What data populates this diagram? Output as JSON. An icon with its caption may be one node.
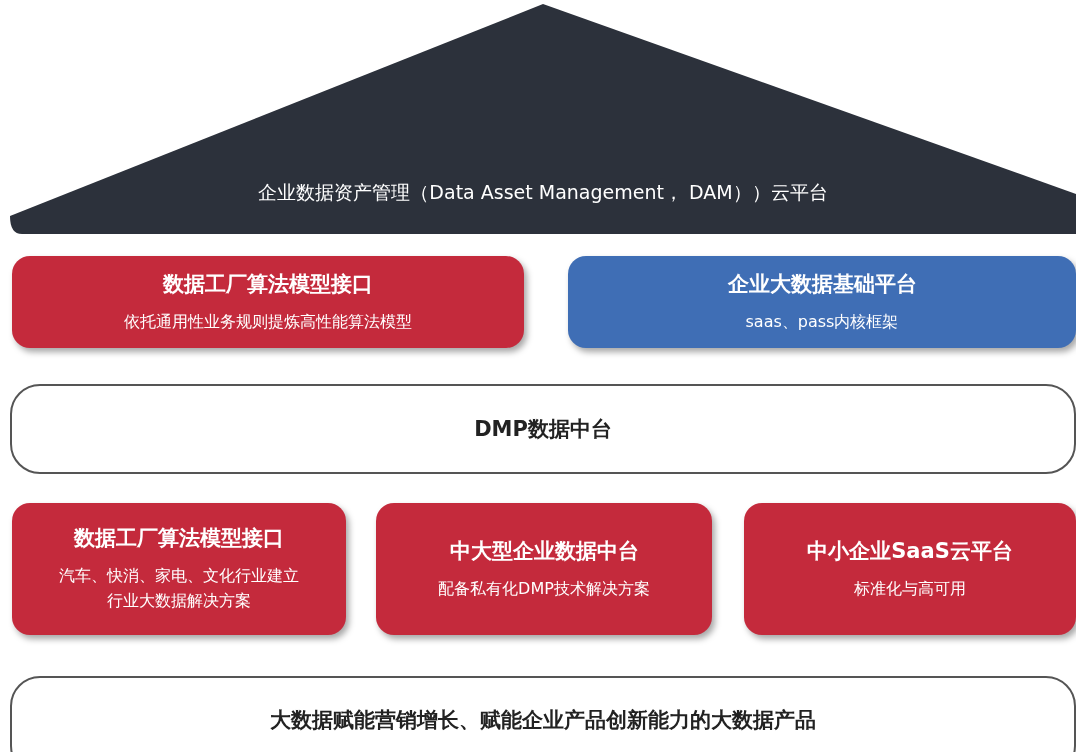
{
  "diagram": {
    "nodes": [
      {
        "text": [
          "企业数据资产管理（Data Asset Management， DAM））云平台"
        ]
      },
      {
        "text": [
          "数据工厂算法模型接口",
          "依托通用性业务规则提炼高性能算法模型"
        ]
      },
      {
        "text": [
          "企业大数据基础平台",
          "saas、pass内核框架"
        ]
      },
      {
        "text": [
          "DMP数据中台"
        ]
      },
      {
        "text": [
          "数据工厂算法模型接口",
          "汽车、快消、家电、文化行业建立行业大数据解决方案"
        ]
      },
      {
        "text": [
          "中大型企业数据中台",
          "配备私有化DMP技术解决方案"
        ]
      },
      {
        "text": [
          "中小企业SaaS云平台",
          "标准化与高可用"
        ]
      },
      {
        "text": [
          "大数据赋能营销增长、赋能企业产品创新能力的大数据产品"
        ]
      }
    ]
  }
}
